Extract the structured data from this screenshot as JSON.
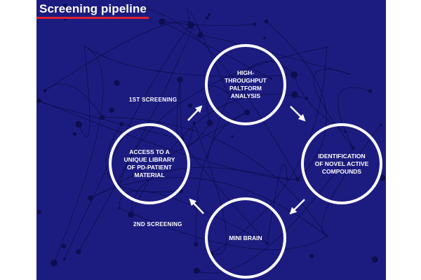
{
  "header": {
    "title": "Screening pipeline"
  },
  "colors": {
    "background": "#1c1c80",
    "accent": "#e0202e",
    "circle": "#ffffff",
    "network": "#0d0d50"
  },
  "stages": [
    {
      "id": "hts",
      "label": "HIGH-THROUGHPUT PALTFORM ANALYSIS"
    },
    {
      "id": "novel",
      "label": "IDENTIFICATION OF NOVEL ACTIVE COMPOUNDS"
    },
    {
      "id": "brain",
      "label": "MINI BRAIN"
    },
    {
      "id": "library",
      "label": "ACCESS TO A UNIQUE LIBRARY OF PD-PATIENT MATERIAL"
    }
  ],
  "steps": {
    "first": "1ST SCREENING",
    "second": "2ND SCREENING"
  }
}
